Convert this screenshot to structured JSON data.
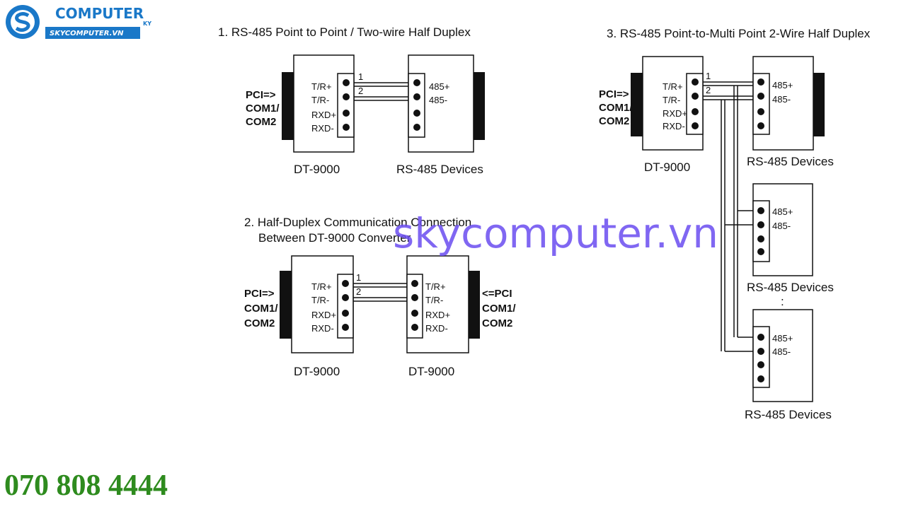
{
  "logo": {
    "name": "COMPUTER",
    "ky": "KY",
    "site": "SKYCOMPUTER.VN",
    "color": "#1a78c8"
  },
  "watermark": "skycomputer.vn",
  "phone": "070 808 4444",
  "diagram1": {
    "title": "1. RS-485 Point to Point / Two-wire Half Duplex",
    "pc_label": [
      "PCI=>",
      "COM1/",
      "COM2"
    ],
    "converter_pins": [
      "T/R+",
      "T/R-",
      "RXD+",
      "RXD-"
    ],
    "wire_numbers": [
      "1",
      "2"
    ],
    "device_pins": [
      "485+",
      "485-"
    ],
    "converter_caption": "DT-9000",
    "device_caption": "RS-485 Devices"
  },
  "diagram2": {
    "title_line1": "2. Half-Duplex Communication Connection",
    "title_line2": "Between DT-9000 Converter",
    "pc_label_left": [
      "PCI=>",
      "COM1/",
      "COM2"
    ],
    "pc_label_right": [
      "<=PCI",
      "COM1/",
      "COM2"
    ],
    "pins_left": [
      "T/R+",
      "T/R-",
      "RXD+",
      "RXD-"
    ],
    "pins_right": [
      "T/R+",
      "T/R-",
      "RXD+",
      "RXD-"
    ],
    "wire_numbers": [
      "1",
      "2"
    ],
    "caption_left": "DT-9000",
    "caption_right": "DT-9000"
  },
  "diagram3": {
    "title": "3. RS-485 Point-to-Multi Point 2-Wire Half Duplex",
    "pc_label": [
      "PCI=>",
      "COM1/",
      "COM2"
    ],
    "converter_pins": [
      "T/R+",
      "T/R-",
      "RXD+",
      "RXD-"
    ],
    "wire_numbers": [
      "1",
      "2"
    ],
    "converter_caption": "DT-9000",
    "devices": [
      {
        "pins": [
          "485+",
          "485-"
        ],
        "caption": "RS-485 Devices"
      },
      {
        "pins": [
          "485+",
          "485-"
        ],
        "caption": "RS-485 Devices"
      },
      {
        "pins": [
          "485+",
          "485-"
        ],
        "caption": "RS-485 Devices"
      }
    ],
    "ellipsis": ":"
  }
}
